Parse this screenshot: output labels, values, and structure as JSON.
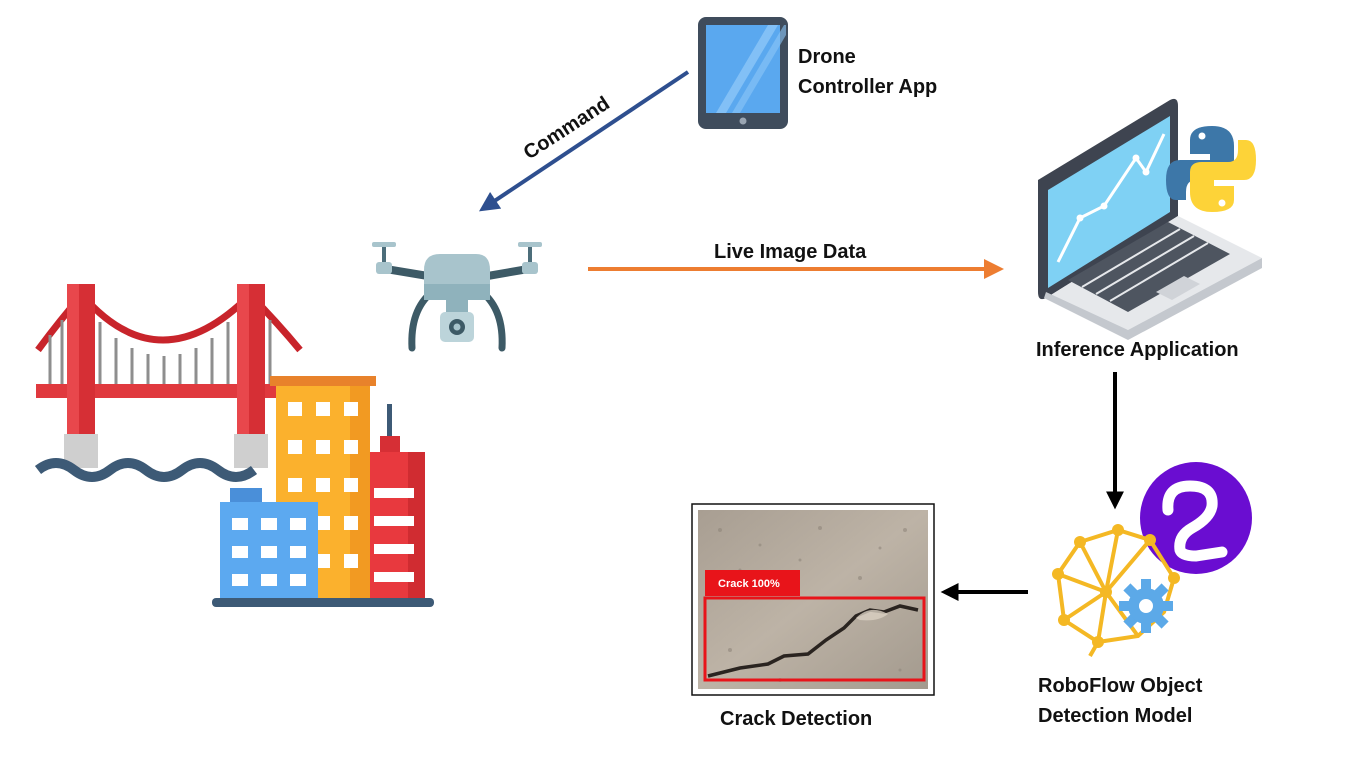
{
  "labels": {
    "drone_app_line1": "Drone",
    "drone_app_line2": "Controller App",
    "command": "Command",
    "live_image_data": "Live Image Data",
    "inference_application": "Inference Application",
    "roboflow_line1": "RoboFlow Object",
    "roboflow_line2": "Detection Model",
    "crack_detection": "Crack Detection",
    "crack_badge": "Crack 100%"
  },
  "icons": {
    "infrastructure": "bridge-and-buildings-icon",
    "tablet": "tablet-icon",
    "drone": "drone-icon",
    "laptop": "laptop-icon",
    "python": "python-logo-icon",
    "brain": "neural-brain-icon",
    "gear": "gear-icon",
    "roboflow": "roboflow-logo-icon"
  },
  "colors": {
    "command_arrow": "#2e4f8f",
    "image_arrow": "#ed7d31",
    "flow_arrow": "#000000",
    "detection_box": "#e8141a",
    "roboflow_purple": "#6a0dd1"
  }
}
